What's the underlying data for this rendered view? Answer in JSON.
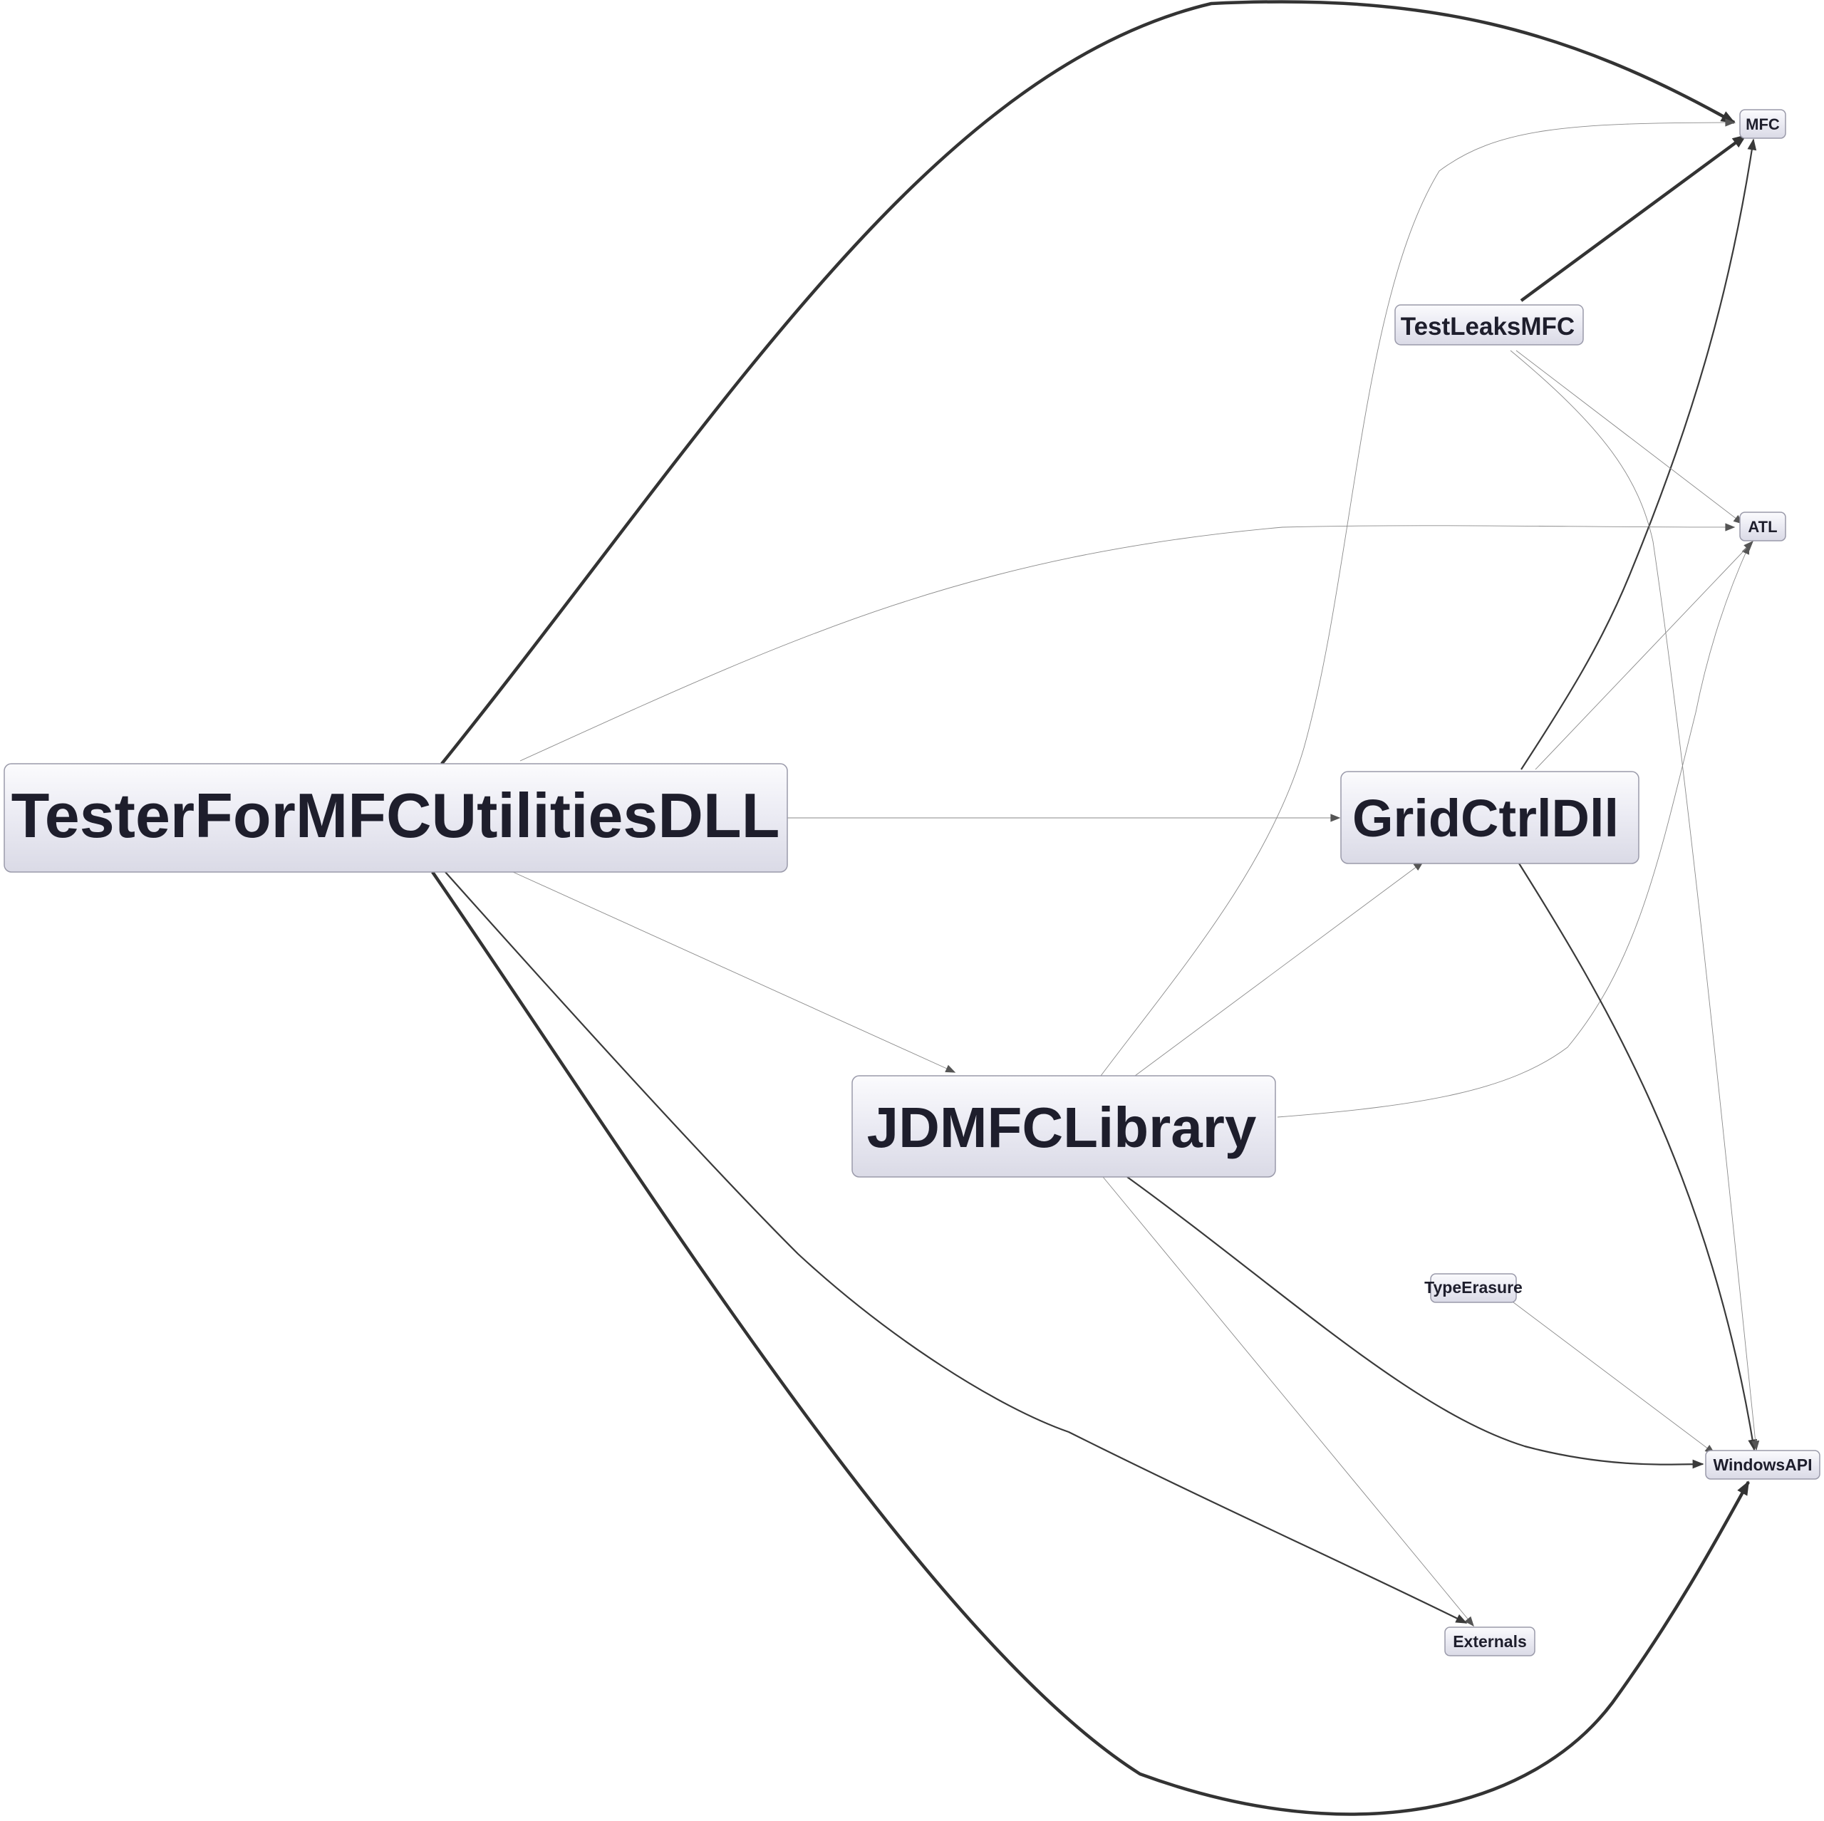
{
  "nodes": [
    {
      "id": "tester",
      "label": "TesterForMFCUtilitiesDLL"
    },
    {
      "id": "jdmfc",
      "label": "JDMFCLibrary"
    },
    {
      "id": "gridctrl",
      "label": "GridCtrlDll"
    },
    {
      "id": "testleaks",
      "label": "TestLeaksMFC"
    },
    {
      "id": "mfc",
      "label": "MFC"
    },
    {
      "id": "atl",
      "label": "ATL"
    },
    {
      "id": "typeerasure",
      "label": "TypeErasure"
    },
    {
      "id": "windowsapi",
      "label": "WindowsAPI"
    },
    {
      "id": "externals",
      "label": "Externals"
    }
  ],
  "edges": [
    {
      "from": "tester",
      "to": "mfc",
      "weight": "heavy"
    },
    {
      "from": "tester",
      "to": "atl",
      "weight": "light"
    },
    {
      "from": "tester",
      "to": "gridctrl",
      "weight": "light"
    },
    {
      "from": "tester",
      "to": "jdmfc",
      "weight": "light"
    },
    {
      "from": "tester",
      "to": "externals",
      "weight": "medium"
    },
    {
      "from": "tester",
      "to": "windowsapi",
      "weight": "heavy"
    },
    {
      "from": "jdmfc",
      "to": "mfc",
      "weight": "light"
    },
    {
      "from": "jdmfc",
      "to": "gridctrl",
      "weight": "light"
    },
    {
      "from": "jdmfc",
      "to": "atl",
      "weight": "light"
    },
    {
      "from": "jdmfc",
      "to": "windowsapi",
      "weight": "medium"
    },
    {
      "from": "jdmfc",
      "to": "externals",
      "weight": "light"
    },
    {
      "from": "gridctrl",
      "to": "mfc",
      "weight": "medium"
    },
    {
      "from": "gridctrl",
      "to": "atl",
      "weight": "light"
    },
    {
      "from": "gridctrl",
      "to": "windowsapi",
      "weight": "medium"
    },
    {
      "from": "testleaks",
      "to": "mfc",
      "weight": "heavy"
    },
    {
      "from": "testleaks",
      "to": "atl",
      "weight": "light"
    },
    {
      "from": "testleaks",
      "to": "windowsapi",
      "weight": "light"
    },
    {
      "from": "typeerasure",
      "to": "windowsapi",
      "weight": "light"
    }
  ]
}
